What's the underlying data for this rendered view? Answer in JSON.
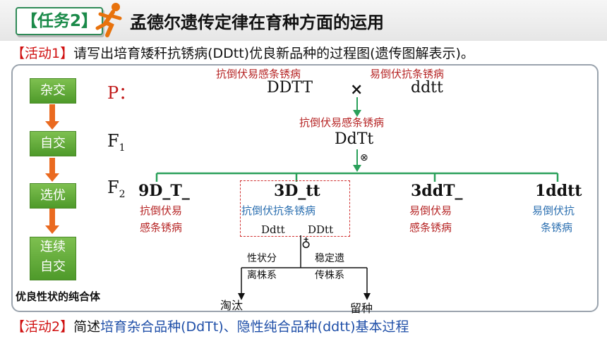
{
  "title": {
    "badge": "【任务2】",
    "heading": "孟德尔遗传定律在育种方面的运用",
    "icon": "running-person-icon"
  },
  "activity1": {
    "tag": "【活动1】",
    "text": "请写出培育矮秆抗锈病(DDtt)优良新品种的过程图(遗传图解表示)。"
  },
  "steps": {
    "cross": "杂交",
    "self": "自交",
    "select": "选优",
    "continuous_line1": "连续",
    "continuous_line2": "自交",
    "goal": "优良性状的纯合体"
  },
  "generations": {
    "p": "P：",
    "f1_base": "F",
    "f1_sub": "1",
    "f2_base": "F",
    "f2_sub": "2"
  },
  "parents": {
    "p1_phenotype": "抗倒伏易感条锈病",
    "p2_phenotype": "易倒伏抗条锈病",
    "p1_genotype": "DDTT",
    "p2_genotype": "ddtt",
    "cross_symbol": "×"
  },
  "f1": {
    "phenotype": "抗倒伏易感条锈病",
    "genotype": "DdTt",
    "selfing_symbol": "⊗"
  },
  "f2": [
    {
      "genotype": "9D_T_",
      "phen1": "抗倒伏易",
      "phen2": "感条锈病"
    },
    {
      "genotype": "3D_tt",
      "phen1": "抗倒伏抗条锈病"
    },
    {
      "genotype": "3ddT_",
      "phen1": "易倒伏易",
      "phen2": "感条锈病"
    },
    {
      "genotype": "1ddtt",
      "phen1": "易倒伏抗",
      "phen2": "条锈病"
    }
  ],
  "selected": {
    "g1": "Ddtt",
    "g2": "DDtt",
    "selfing_symbol": "♁",
    "left_label1": "性状分",
    "left_label2": "离株系",
    "right_label1": "稳定遗",
    "right_label2": "传株系",
    "discard": "淘汰",
    "keep": "留种"
  },
  "activity2": {
    "tag": "【活动2】",
    "prefix": "简述",
    "highlight": "培育杂合品种(DdTt)、隐性纯合品种(ddtt)基本过程"
  },
  "colors": {
    "green_accent": "#2aa05a",
    "red_text": "#b62424",
    "blue_text": "#2b6fb0",
    "step_green": "#5aa832"
  }
}
